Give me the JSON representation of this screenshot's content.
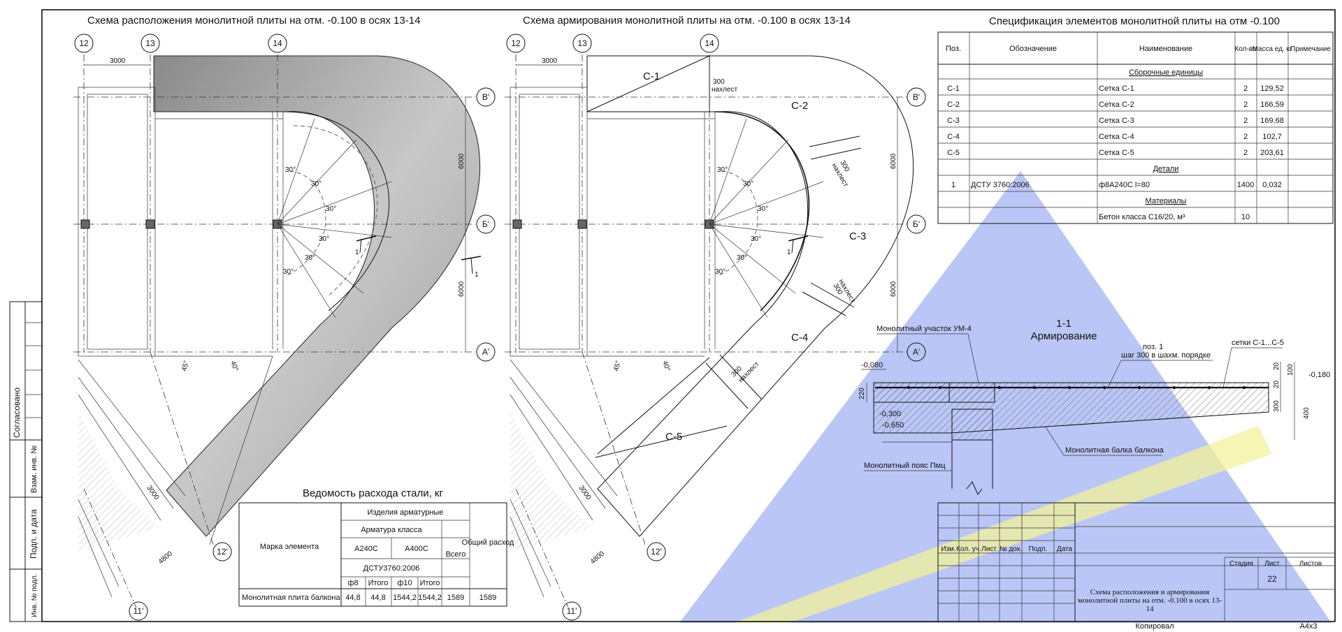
{
  "colors": {
    "blue_triangle": "#8fa4f0",
    "yellow_band": "#f3f29a",
    "line": "#111111"
  },
  "left_stamp": {
    "agreed": "Согласовано",
    "inv_vzam": "Взам. инв. №",
    "sign_date": "Подп. и дата",
    "inv_podl": "Инв. № подл."
  },
  "plan1": {
    "title": "Схема расположения монолитной плиты на отм. -0.100 в осях 13-14",
    "axes": {
      "a12": "12",
      "a13": "13",
      "a14": "14",
      "b_top": "В'",
      "b_mid": "Б'",
      "b_bot": "А'",
      "a12p": "12'",
      "a11p": "11'"
    },
    "dims": {
      "d3000": "3000",
      "d6000a": "6000",
      "d6000b": "6000",
      "d3000b": "3000",
      "d4800": "4800"
    },
    "angles": {
      "a1": "30°",
      "a2": "30°",
      "a3": "30°",
      "a4": "30°",
      "a5": "30°",
      "a6": "30°",
      "a7": "45°",
      "a8": "40°"
    },
    "section_marks": {
      "s1": "1",
      "s2": "1"
    }
  },
  "plan2": {
    "title": "Схема армирования монолитной плиты на отм. -0.100 в осях 13-14",
    "axes": {
      "a12": "12",
      "a13": "13",
      "a14": "14",
      "b_top": "В'",
      "b_mid": "Б'",
      "b_bot": "А'",
      "a12p": "12'",
      "a11p": "11'"
    },
    "dims": {
      "d3000": "3000",
      "d6000a": "6000",
      "d6000b": "6000",
      "d3000b": "3000",
      "d4800": "4800"
    },
    "angles": {
      "a1": "30°",
      "a2": "30°",
      "a3": "30°",
      "a4": "30°",
      "a5": "30°",
      "a6": "30°",
      "a7": "45°",
      "a8": "40°"
    },
    "meshes": {
      "c1": "С-1",
      "c2": "С-2",
      "c3": "С-3",
      "c4": "С-4",
      "c5": "С-5"
    },
    "lap": {
      "n300": "300",
      "label": "нахлест"
    },
    "section_mark": "1"
  },
  "spec": {
    "title": "Спецификация элементов монолитной плиты на отм -0.100",
    "headers": [
      "Поз.",
      "Обозначение",
      "Наименование",
      "Кол-во",
      "Масса ед. кг",
      "Примечание"
    ],
    "group_assembly": "Сборочные единицы",
    "rows_assembly": [
      {
        "pos": "С-1",
        "name": "Сетка С-1",
        "qty": "2",
        "mass": "129,52"
      },
      {
        "pos": "С-2",
        "name": "Сетка С-2",
        "qty": "2",
        "mass": "166,59"
      },
      {
        "pos": "С-3",
        "name": "Сетка С-3",
        "qty": "2",
        "mass": "169,68"
      },
      {
        "pos": "С-4",
        "name": "Сетка С-4",
        "qty": "2",
        "mass": "102,7"
      },
      {
        "pos": "С-5",
        "name": "Сетка С-5",
        "qty": "2",
        "mass": "203,61"
      }
    ],
    "group_details": "Детали",
    "row_detail": {
      "pos": "1",
      "designation": "ДСТУ 3760:2006",
      "name": "ф8А240С l=80",
      "qty": "1400",
      "mass": "0,032"
    },
    "group_materials": "Материалы",
    "row_material": {
      "name": "Бетон класса С16/20, м³",
      "qty": "10"
    }
  },
  "section": {
    "title1": "1-1",
    "title2": "Армирование",
    "labels": {
      "um4": "Монолитный участок УМ-4",
      "pos1": "поз. 1",
      "step": "шаг 300 в шахм. порядке",
      "meshes": "сетки С-1...С-5",
      "beam": "Монолитная балка балкона",
      "belt": "Монолитный пояс Пмц"
    },
    "levels": {
      "l1": "-0,080",
      "l2": "-0,300",
      "l3": "-0,650",
      "l4": "-0,180"
    },
    "dims": {
      "d220": "220",
      "d20a": "20",
      "d100": "100",
      "d20b": "20",
      "d300": "300",
      "d400": "400"
    }
  },
  "steel": {
    "title": "Ведомость расхода стали, кг",
    "h_products": "Изделия арматурные",
    "h_class": "Арматура класса",
    "h_mark": "Марка элемента",
    "h_a240": "А240С",
    "h_a400": "А400С",
    "h_dstu": "ДСТУ3760:2006",
    "h_total": "Всего",
    "h_general": "Общий расход",
    "h_f8": "ф8",
    "h_itogo1": "Итого",
    "h_f10": "ф10",
    "h_itogo2": "Итого",
    "row": {
      "name": "Монолитная плита балкона",
      "f8": "44,8",
      "it1": "44,8",
      "f10": "1544,2",
      "it2": "1544,2",
      "total": "1589",
      "general": "1589"
    }
  },
  "titleblock": {
    "cols": [
      "Изм.",
      "Кол. уч.",
      "Лист",
      "№ док.",
      "Подп.",
      "Дата"
    ],
    "stage": "Стадия",
    "sheet": "Лист",
    "sheets": "Листов",
    "sheet_no": "22",
    "drawing_title": "Схема расположения и армирования монолитной плиты на отм. -0.100 в осях 13-14",
    "copied": "Копировал",
    "format": "А4х3"
  }
}
